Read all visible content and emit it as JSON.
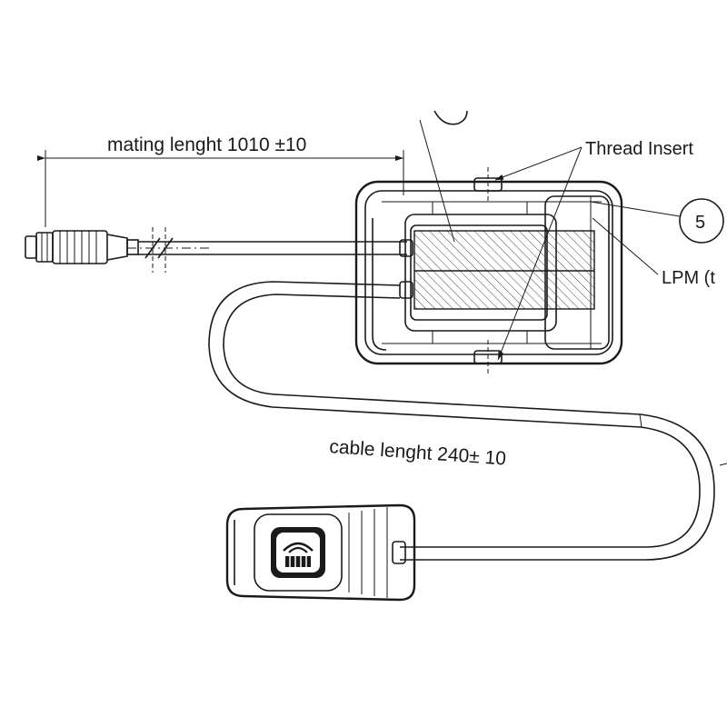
{
  "labels": {
    "mating_length": "mating lenght 1010 ±10",
    "cable_length": "cable lenght 240± 10",
    "thread_insert": "Thread Insert",
    "lpm": "LPM (t",
    "balloon_5": "5"
  },
  "colors": {
    "line": "#1a1a1a",
    "hatch": "#333333",
    "background": "#ffffff"
  },
  "icons": {
    "control_button": "wave-hand-icon"
  }
}
